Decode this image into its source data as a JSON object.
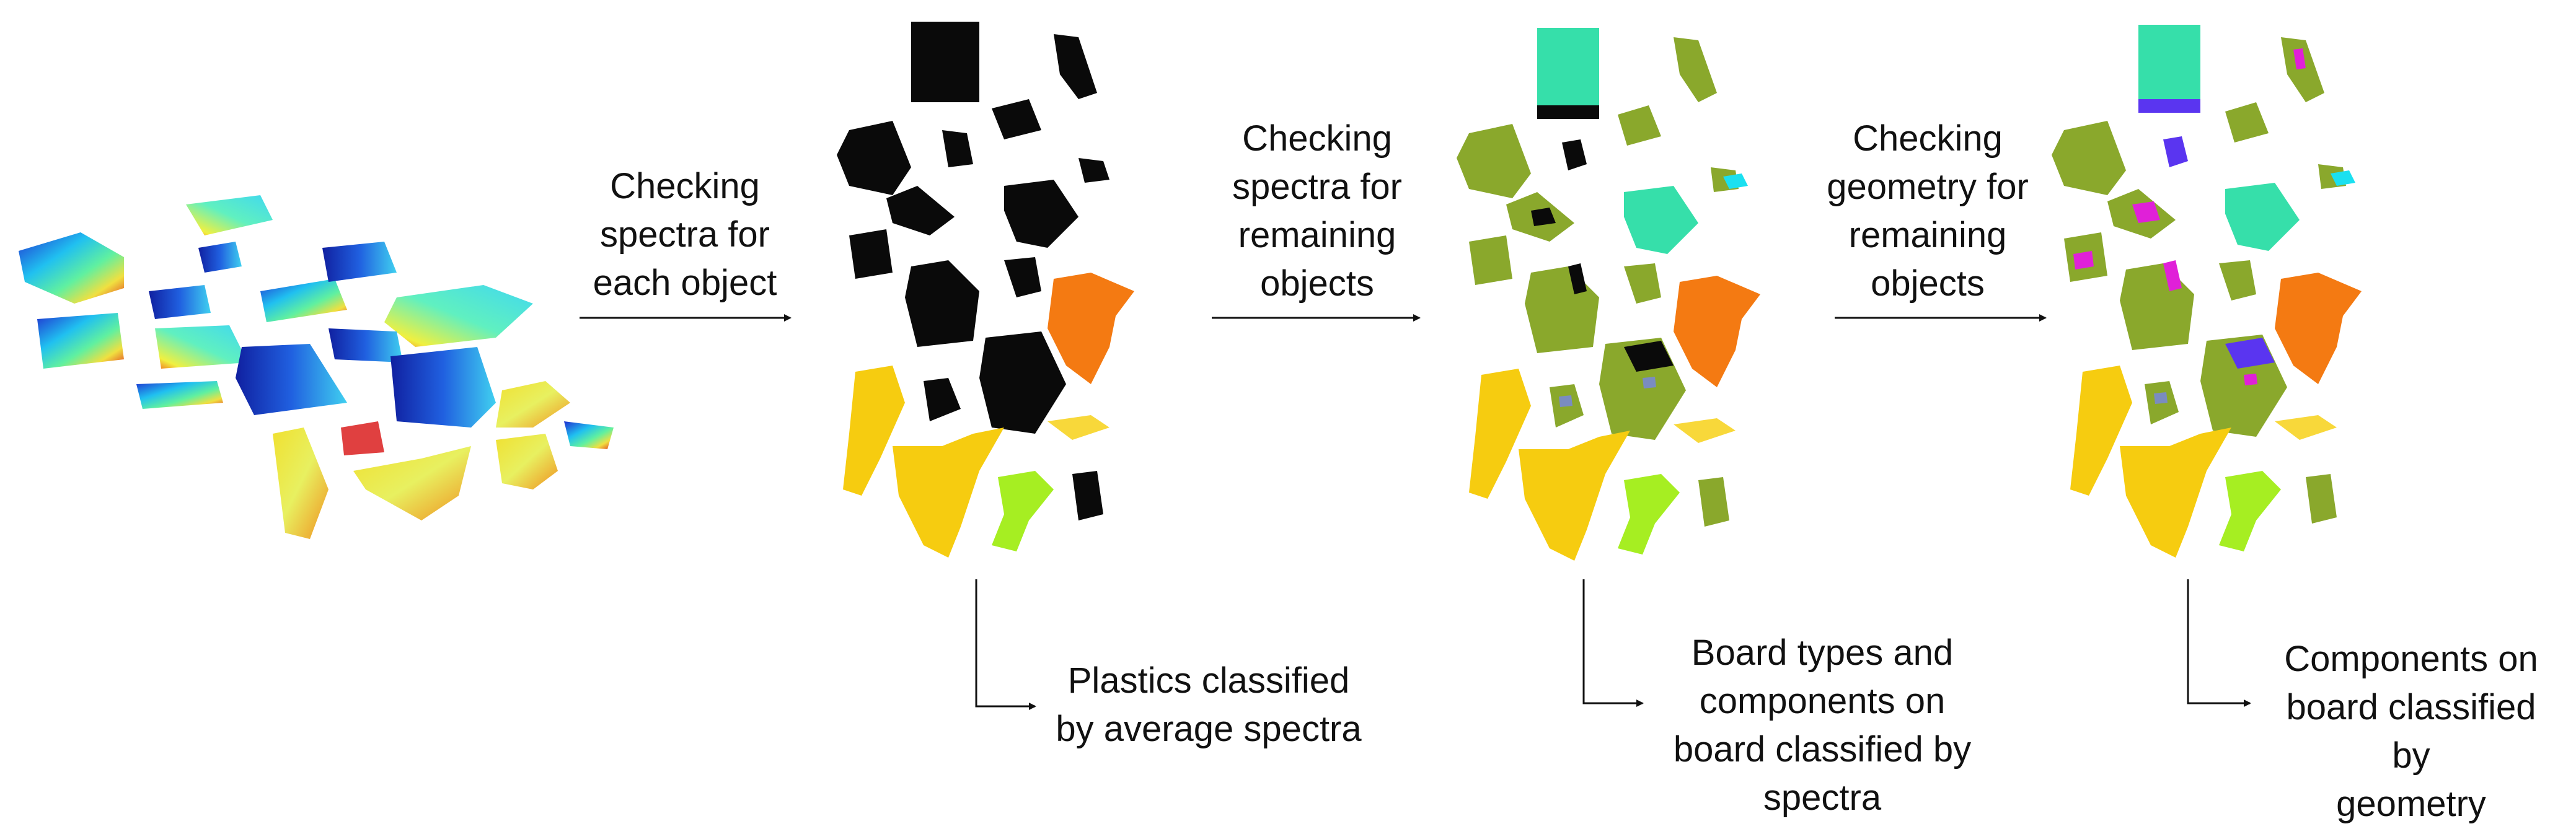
{
  "steps": [
    {
      "arrow_label": "Checking\nspectra for\neach object"
    },
    {
      "arrow_label": "Checking\nspectra for\nremaining\nobjects"
    },
    {
      "arrow_label": "Checking\ngeometry for\nremaining\nobjects"
    }
  ],
  "outcomes": [
    {
      "label": "Plastics classified\nby average spectra"
    },
    {
      "label": "Board types and\ncomponents on\nboard classified by\nspectra"
    },
    {
      "label": "Components on\nboard classified by\ngeometry"
    }
  ],
  "colors": {
    "black_unclassified": "#0a0a0a",
    "plastic_orange": "#f47a12",
    "plastic_yellow": "#f6cc10",
    "plastic_yellow_light": "#f8d83a",
    "plastic_lime": "#a6ee22",
    "board_green": "#8aa82c",
    "board_teal": "#36dfaa",
    "component_purple": "#5a35f0",
    "component_magenta": "#e020d8",
    "component_cyan": "#1ae0f0",
    "component_slate": "#7a8cc0",
    "arrow": "#111111"
  }
}
